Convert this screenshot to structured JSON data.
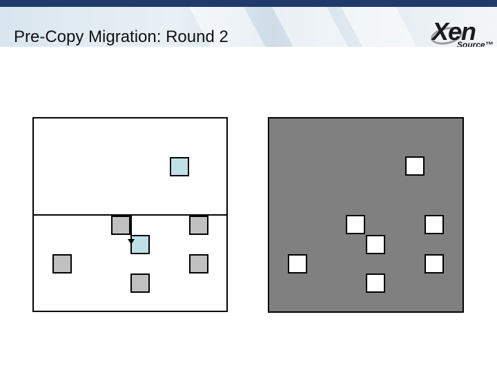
{
  "slide": {
    "title": "Pre-Copy Migration: Round 2"
  },
  "logo": {
    "brand": "Xen",
    "sub": "Source™"
  },
  "colors": {
    "header_bar": "#1f3a6b",
    "dirty_page": "#bfe0e6",
    "copied_page": "#c0c0c0",
    "destination_bg": "#808080",
    "destination_page": "#ffffff"
  }
}
